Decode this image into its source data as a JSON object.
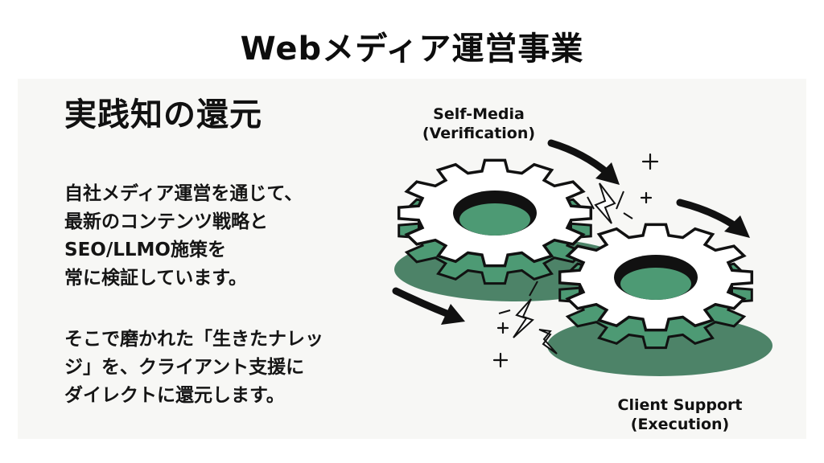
{
  "title": "Webメディア運営事業",
  "heading": "実践知の還元",
  "paragraph1": [
    "自社メディア運営を通じて、",
    "最新のコンテンツ戦略と",
    "SEO/LLMO施策を",
    "常に検証しています。"
  ],
  "paragraph2": [
    "そこで磨かれた「生きたナレッ",
    "ジ」を、クライアント支援に",
    "ダイレクトに還元します。"
  ],
  "labels": {
    "self_media": [
      "Self-Media",
      "(Verification)"
    ],
    "client_support": [
      "Client Support",
      "(Execution)"
    ]
  },
  "colors": {
    "accent_green": "#4d9a74",
    "shadow_green": "#2f6f4f",
    "ink": "#111111"
  },
  "icons": [
    "gear-icon",
    "gear-icon",
    "arrow-icon",
    "spark-icon",
    "plus-icon"
  ]
}
